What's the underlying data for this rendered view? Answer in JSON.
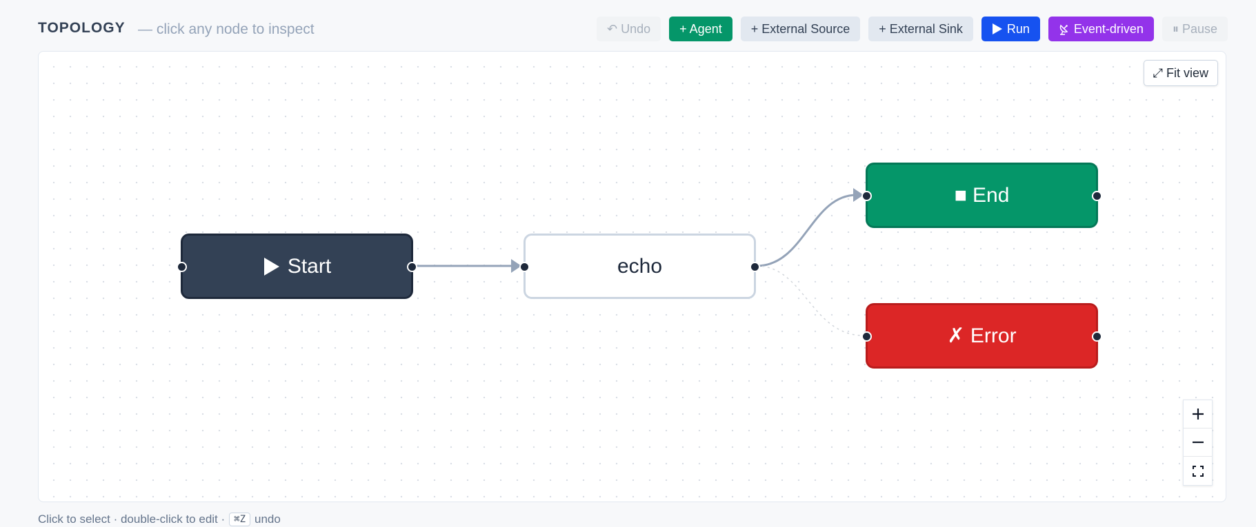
{
  "header": {
    "title": "TOPOLOGY",
    "subtitle": "— click any node to inspect"
  },
  "toolbar": {
    "undo_label": "↶ Undo",
    "agent_label": "+ Agent",
    "external_source_label": "+ External Source",
    "external_sink_label": "+ External Sink",
    "run_label": "Run",
    "event_driven_label": "Event-driven",
    "pause_label": "⏸ Pause"
  },
  "canvas": {
    "fit_view_label": "⤢ Fit view",
    "nodes": {
      "start": {
        "label": "Start"
      },
      "echo": {
        "label": "echo"
      },
      "end": {
        "label": "■ End"
      },
      "error": {
        "label": "✗ Error"
      }
    }
  },
  "footer": {
    "hint_text": "Click to select · double-click to edit ·",
    "shortcut_key": "⌘Z",
    "shortcut_action": "undo"
  },
  "colors": {
    "start_node": "#334155",
    "end_node": "#059669",
    "error_node": "#dc2626",
    "agent_button": "#059669",
    "run_button": "#1652f0",
    "event_driven_button": "#9333ea",
    "edge": "#94a3b8"
  },
  "icons": {
    "run": "play-icon",
    "start": "play-icon",
    "event_driven": "satellite-dish-icon",
    "zoom_in": "plus-icon",
    "zoom_out": "minus-icon",
    "fullscreen": "fullscreen-icon"
  }
}
